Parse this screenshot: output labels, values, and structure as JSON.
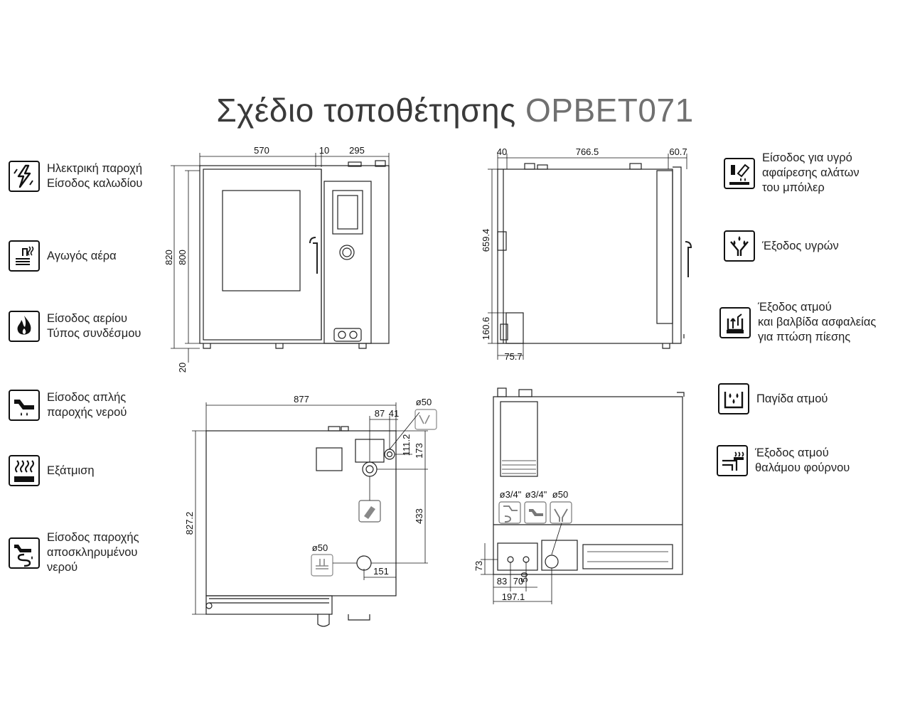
{
  "title": {
    "text": "Σχέδιο τοποθέτησης",
    "model": "OPBET071"
  },
  "legend_left": [
    {
      "icon": "electric-supply-icon",
      "lines": [
        "Ηλεκτρική παροχή",
        "Είσοδος καλωδίου"
      ]
    },
    {
      "icon": "air-duct-icon",
      "lines": [
        "Αγωγός αέρα"
      ]
    },
    {
      "icon": "gas-flame-icon",
      "lines": [
        "Είσοδος αερίου",
        "Τύπος συνδέσμου"
      ]
    },
    {
      "icon": "water-tap-icon",
      "lines": [
        "Είσοδος απλής",
        "παροχής νερού"
      ]
    },
    {
      "icon": "exhaust-icon",
      "lines": [
        "Εξάτμιση"
      ]
    },
    {
      "icon": "softened-water-icon",
      "lines": [
        "Είσοδος παροχής",
        "αποσκληρυμένου",
        "νερού"
      ]
    }
  ],
  "legend_right": [
    {
      "icon": "descaler-inlet-icon",
      "lines": [
        "Είσοδος για υγρό",
        "αφαίρεσης αλάτων",
        "του μπόιλερ"
      ]
    },
    {
      "icon": "liquid-drain-icon",
      "lines": [
        "Έξοδος υγρών"
      ]
    },
    {
      "icon": "steam-valve-icon",
      "lines": [
        "Έξοδος ατμού",
        "και βαλβίδα ασφαλείας",
        "για πτώση πίεσης"
      ]
    },
    {
      "icon": "steam-trap-icon",
      "lines": [
        "Παγίδα ατμού"
      ]
    },
    {
      "icon": "chamber-steam-outlet-icon",
      "lines": [
        "Έξοδος ατμού",
        "θαλάμου φούρνου"
      ]
    }
  ],
  "dimensions": {
    "front": {
      "w_left": "570",
      "w_gap": "10",
      "w_right": "295",
      "h_total": "820",
      "h_body": "800",
      "h_feet": "20"
    },
    "side": {
      "d_front": "40",
      "d_body": "766.5",
      "d_back": "60.7",
      "h_upper": "659.4",
      "h_lower": "160.6",
      "d_box": "75.7"
    },
    "top": {
      "w_total": "877",
      "x1": "87",
      "x2": "41",
      "pipe_d1": "ø50",
      "y1": "111.2",
      "y2": "173",
      "depth": "827.2",
      "y3": "433",
      "pipe_d2": "ø50",
      "x3": "151"
    },
    "rear": {
      "d1": "ø3/4\"",
      "d2": "ø3/4\"",
      "d3": "ø50",
      "h1": "73",
      "h2": "50",
      "x1": "83",
      "x2": "70",
      "x_total": "197.1"
    }
  }
}
